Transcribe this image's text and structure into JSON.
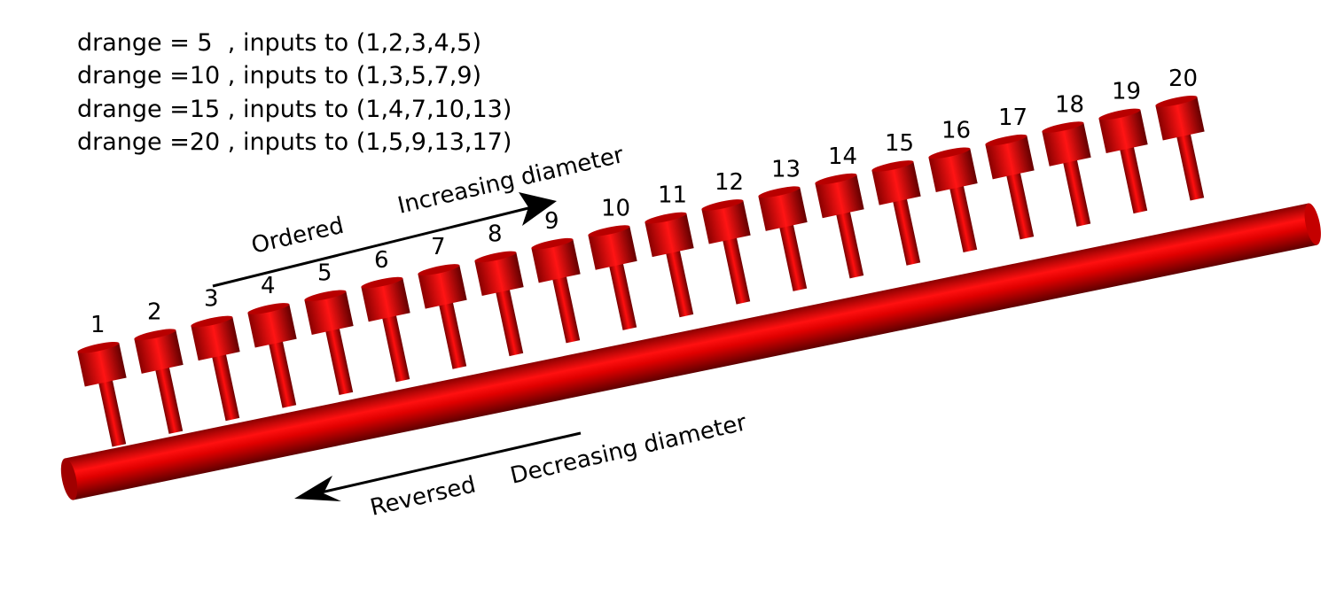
{
  "legend": {
    "lines": [
      "drange = 5  , inputs to (1,2,3,4,5)",
      "drange =10 , inputs to (1,3,5,7,9)",
      "drange =15 , inputs to (1,4,7,10,13)",
      "drange =20 , inputs to (1,5,9,13,17)"
    ]
  },
  "inlets": {
    "labels": [
      "1",
      "2",
      "3",
      "4",
      "5",
      "6",
      "7",
      "8",
      "9",
      "10",
      "11",
      "12",
      "13",
      "14",
      "15",
      "16",
      "17",
      "18",
      "19",
      "20"
    ]
  },
  "annotations": {
    "ordered": "Ordered",
    "increasing": "Increasing diameter",
    "reversed": "Reversed",
    "decreasing": "Decreasing diameter"
  },
  "colors": {
    "pipe": "#dd0000",
    "pipe_dark": "#6e0000",
    "pipe_highlight": "#ff1a1a",
    "text": "#000000"
  }
}
